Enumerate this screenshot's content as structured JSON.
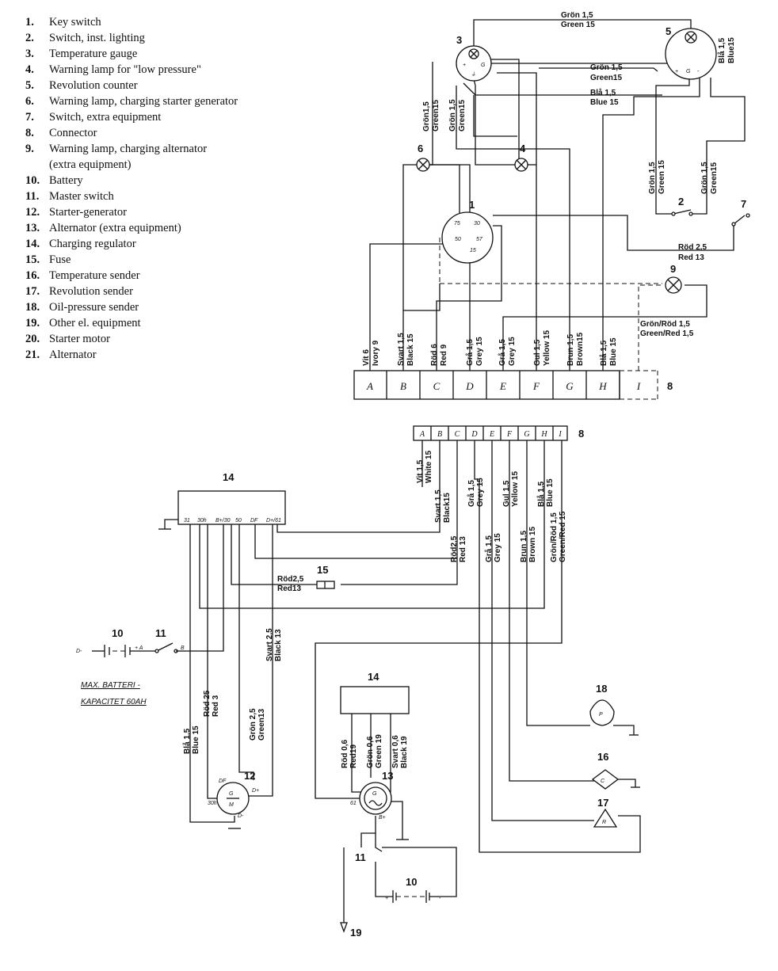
{
  "legend": [
    {
      "num": "1.",
      "text": "Key switch"
    },
    {
      "num": "2.",
      "text": "Switch, inst. lighting"
    },
    {
      "num": "3.",
      "text": "Temperature gauge"
    },
    {
      "num": "4.",
      "text": "Warning lamp for \"low pressure\""
    },
    {
      "num": "5.",
      "text": "Revolution counter"
    },
    {
      "num": "6.",
      "text": "Warning lamp, charging starter generator"
    },
    {
      "num": "7.",
      "text": "Switch, extra equipment"
    },
    {
      "num": "8.",
      "text": "Connector"
    },
    {
      "num": "9.",
      "text": "Warning lamp, charging alternator"
    },
    {
      "num": "",
      "text": "(extra equipment)"
    },
    {
      "num": "10.",
      "text": "Battery"
    },
    {
      "num": "11.",
      "text": "Master switch"
    },
    {
      "num": "12.",
      "text": "Starter-generator"
    },
    {
      "num": "13.",
      "text": "Alternator (extra equipment)"
    },
    {
      "num": "14.",
      "text": "Charging regulator"
    },
    {
      "num": "15.",
      "text": "Fuse"
    },
    {
      "num": "16.",
      "text": "Temperature sender"
    },
    {
      "num": "17.",
      "text": "Revolution sender"
    },
    {
      "num": "18.",
      "text": "Oil-pressure sender"
    },
    {
      "num": "19.",
      "text": "Other el. equipment"
    },
    {
      "num": "20.",
      "text": "Starter motor"
    },
    {
      "num": "21.",
      "text": "Alternator"
    }
  ],
  "top": {
    "conn_letters": [
      "A",
      "B",
      "C",
      "D",
      "E",
      "F",
      "G",
      "H",
      "I"
    ],
    "conn_num": "8",
    "w_green_a1": "Grön 1,5",
    "w_green_a2": "Green 15",
    "w_green_b1": "Grön 1,5",
    "w_green_b2": "Green15",
    "w_blue_a1": "Blå 1,5",
    "w_blue_a2": "Blue15",
    "w_blue_b1": "Blå 1,5",
    "w_blue_b2": "Blue 15",
    "w_green_c1": "Grön1,5",
    "w_green_c2": "Green15",
    "w_green_d1": "Grön 1,5",
    "w_green_d2": "Green15",
    "w_green_e1": "Grön 1,5",
    "w_green_e2": "Green 15",
    "w_green_f1": "Grön 1,5",
    "w_green_f2": "Green15",
    "w_red1": "Röd 2,5",
    "w_red2": "Red 13",
    "w_gr1": "Grön/Röd 1,5",
    "w_gr2": "Green/Red 1,5",
    "pins": [
      {
        "l1": "Vit 6",
        "l2": "Ivory 9"
      },
      {
        "l1": "Svart 1,5",
        "l2": "Black 15"
      },
      {
        "l1": "Röd 6",
        "l2": "Red 9"
      },
      {
        "l1": "Grå 1,5",
        "l2": "Grey 15"
      },
      {
        "l1": "Grå 1,5",
        "l2": "Grey 15"
      },
      {
        "l1": "Gul 1,5",
        "l2": "Yellow 15"
      },
      {
        "l1": "Brun 1,5",
        "l2": "Brown15"
      },
      {
        "l1": "Blå 1,5",
        "l2": "Blue 15"
      }
    ],
    "n1": "1",
    "n2": "2",
    "n3": "3",
    "n4": "4",
    "n5": "5",
    "n6": "6",
    "n7": "7",
    "n9": "9",
    "key_terms": [
      "75",
      "30",
      "50",
      "57",
      "15"
    ]
  },
  "bottom": {
    "conn_letters": [
      "A",
      "B",
      "C",
      "D",
      "E",
      "F",
      "G",
      "H",
      "I"
    ],
    "conn_num": "8",
    "regulator_num": "14",
    "regulator_terms": [
      "31",
      "30h",
      "B+/30",
      "50",
      "DF",
      "D+/61"
    ],
    "fuse_num": "15",
    "fuse_l1": "Röd2,5",
    "fuse_l2": "Red13",
    "pins": [
      {
        "l1": "Vit 1,5",
        "l2": "White 15"
      },
      {
        "l1": "Svart 1,5",
        "l2": "Black15"
      },
      {
        "l1": "Röd2,5",
        "l2": "Red 13"
      },
      {
        "l1": "Grå 1,5",
        "l2": "Grey 15"
      },
      {
        "l1": "Grå 1,5",
        "l2": "Grey 15"
      },
      {
        "l1": "Gul 1,5",
        "l2": "Yellow 15"
      },
      {
        "l1": "Brun 1,5",
        "l2": "Brown 15"
      },
      {
        "l1": "Blå 1,5",
        "l2": "Blue 15"
      },
      {
        "l1": "Grön/Röd 1,5",
        "l2": "Green/Red 15"
      }
    ],
    "n10a": "10",
    "n11a": "11",
    "bat_minus": "D-",
    "bat_plus": "+ A",
    "sw_b": "B",
    "note1": "MAX. BATTERI -",
    "note2": "KAPACITET   60AH",
    "w_rod1": "Röd 25",
    "w_rod2": "Red 3",
    "w_svart1": "Svart 2,5",
    "w_svart2": "Black 13",
    "w_gron1": "Grön 2,5",
    "w_gron2": "Green13",
    "w_bla1": "Blå 1,5",
    "w_bla2": "Blue 15",
    "n12": "12",
    "sg_top": "G",
    "sg_bot": "M",
    "n14b": "14",
    "alt_w": [
      {
        "l1": "Röd 0,6",
        "l2": "Red19"
      },
      {
        "l1": "Grön 0,6",
        "l2": "Green 19"
      },
      {
        "l1": "Svart 0,6",
        "l2": "Black 19"
      }
    ],
    "n13": "13",
    "alt_sym": "G",
    "n11b": "11",
    "n10b": "10",
    "n18": "18",
    "n16": "16",
    "n17": "17",
    "s18": "P",
    "s16": "C",
    "s17": "R",
    "n19": "19",
    "t_df": "DF",
    "t_dp": "D+",
    "t_30h": "30h",
    "t_dm": "D-",
    "t_61": "61",
    "t_bp": "B+",
    "bat_p": "+",
    "bat_m": "-"
  }
}
